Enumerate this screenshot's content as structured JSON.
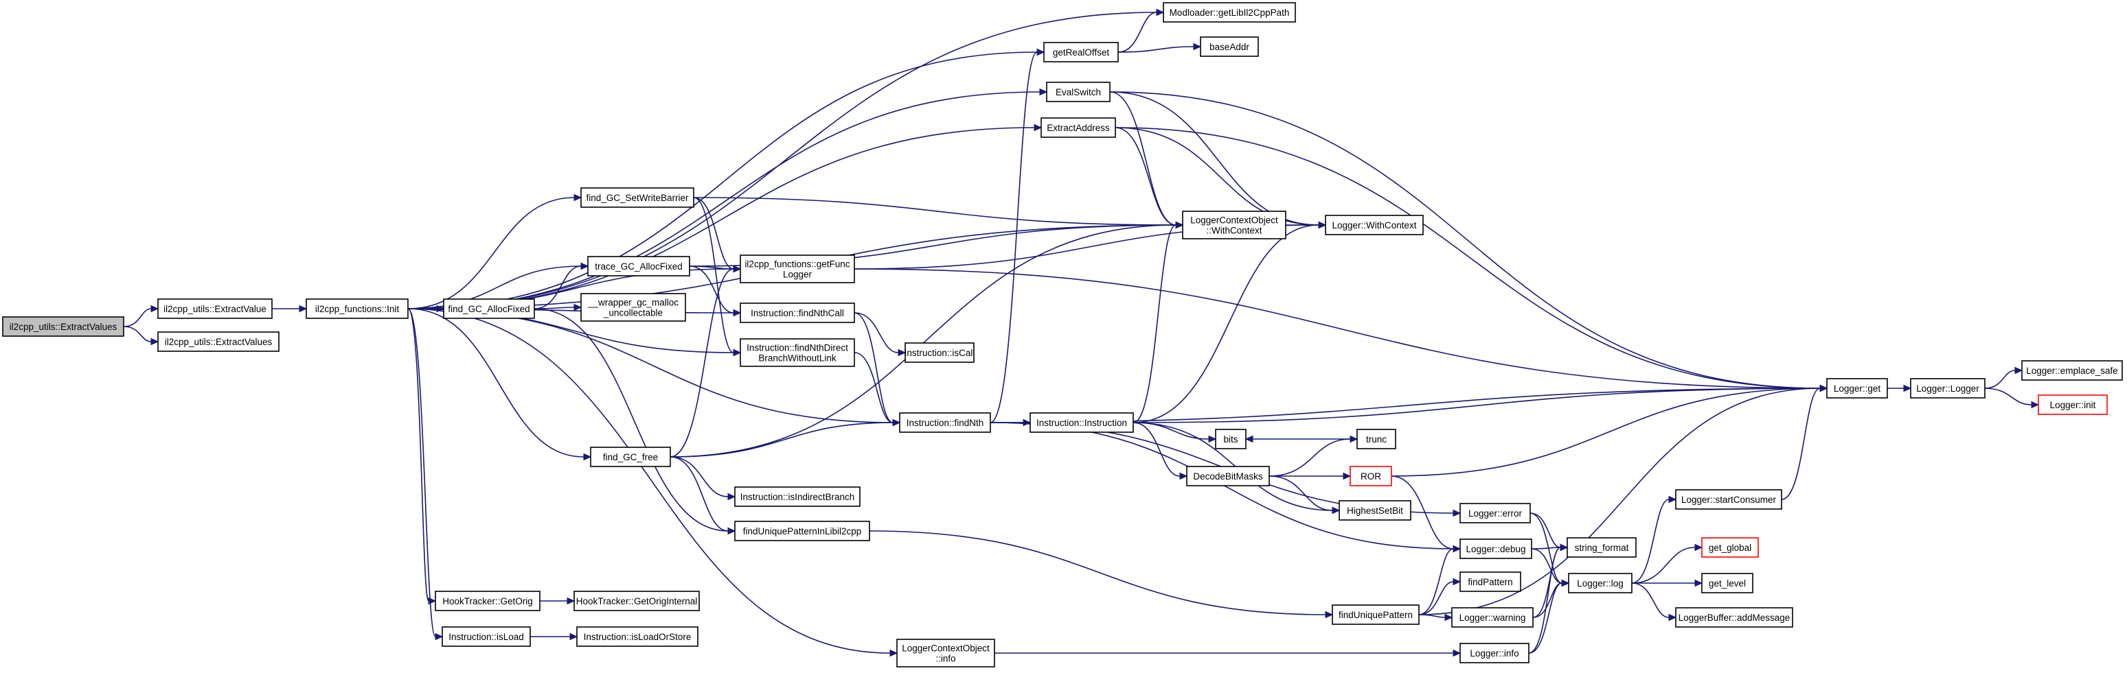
{
  "nodes": [
    {
      "id": "root",
      "lines": [
        "il2cpp_utils::ExtractValues"
      ],
      "style": "root"
    },
    {
      "id": "ev",
      "lines": [
        "il2cpp_utils::ExtractValue"
      ]
    },
    {
      "id": "evs",
      "lines": [
        "il2cpp_utils::ExtractValues"
      ]
    },
    {
      "id": "init",
      "lines": [
        "il2cpp_functions::Init"
      ]
    },
    {
      "id": "modloader",
      "lines": [
        "Modloader::getLibIl2CppPath"
      ]
    },
    {
      "id": "getRealOffset",
      "lines": [
        "getRealOffset"
      ]
    },
    {
      "id": "baseAddr",
      "lines": [
        "baseAddr"
      ]
    },
    {
      "id": "evalSwitch",
      "lines": [
        "EvalSwitch"
      ]
    },
    {
      "id": "extractAddress",
      "lines": [
        "ExtractAddress"
      ]
    },
    {
      "id": "findGCSetWB",
      "lines": [
        "find_GC_SetWriteBarrier"
      ]
    },
    {
      "id": "lcoWithContext",
      "lines": [
        "LoggerContextObject",
        "::WithContext"
      ]
    },
    {
      "id": "loggerWithContext",
      "lines": [
        "Logger::WithContext"
      ]
    },
    {
      "id": "traceGCAlloc",
      "lines": [
        "trace_GC_AllocFixed"
      ]
    },
    {
      "id": "getFuncLogger",
      "lines": [
        "il2cpp_functions::getFunc",
        "Logger"
      ]
    },
    {
      "id": "findGCAlloc",
      "lines": [
        "find_GC_AllocFixed"
      ]
    },
    {
      "id": "wrapperGC",
      "lines": [
        "__wrapper_gc_malloc",
        "_uncollectable"
      ]
    },
    {
      "id": "findNthCall",
      "lines": [
        "Instruction::findNthCall"
      ]
    },
    {
      "id": "isCall",
      "lines": [
        "Instruction::isCall"
      ]
    },
    {
      "id": "findNthDirect",
      "lines": [
        "Instruction::findNthDirect",
        "BranchWithoutLink"
      ]
    },
    {
      "id": "loggerGet",
      "lines": [
        "Logger::get"
      ]
    },
    {
      "id": "loggerLogger",
      "lines": [
        "Logger::Logger"
      ]
    },
    {
      "id": "emplaceSafe",
      "lines": [
        "Logger::emplace_safe"
      ]
    },
    {
      "id": "loggerInit",
      "lines": [
        "Logger::init"
      ],
      "style": "red"
    },
    {
      "id": "findNth",
      "lines": [
        "Instruction::findNth"
      ]
    },
    {
      "id": "instruction",
      "lines": [
        "Instruction::Instruction"
      ]
    },
    {
      "id": "bits",
      "lines": [
        "bits"
      ]
    },
    {
      "id": "trunc",
      "lines": [
        "trunc"
      ]
    },
    {
      "id": "findGCFree",
      "lines": [
        "find_GC_free"
      ]
    },
    {
      "id": "decodeBitMasks",
      "lines": [
        "DecodeBitMasks"
      ]
    },
    {
      "id": "ror",
      "lines": [
        "ROR"
      ],
      "style": "red"
    },
    {
      "id": "isIndirectBranch",
      "lines": [
        "Instruction::isIndirectBranch"
      ]
    },
    {
      "id": "highestSetBit",
      "lines": [
        "HighestSetBit"
      ]
    },
    {
      "id": "loggerError",
      "lines": [
        "Logger::error"
      ]
    },
    {
      "id": "startConsumer",
      "lines": [
        "Logger::startConsumer"
      ]
    },
    {
      "id": "findUPInLib",
      "lines": [
        "findUniquePatternInLibil2cpp"
      ]
    },
    {
      "id": "loggerDebug",
      "lines": [
        "Logger::debug"
      ]
    },
    {
      "id": "stringFormat",
      "lines": [
        "string_format"
      ]
    },
    {
      "id": "getGlobal",
      "lines": [
        "get_global"
      ],
      "style": "red"
    },
    {
      "id": "findPattern",
      "lines": [
        "findPattern"
      ]
    },
    {
      "id": "loggerLog",
      "lines": [
        "Logger::log"
      ]
    },
    {
      "id": "getLevel",
      "lines": [
        "get_level"
      ]
    },
    {
      "id": "hookGetOrig",
      "lines": [
        "HookTracker::GetOrig"
      ]
    },
    {
      "id": "hookGetOrigInternal",
      "lines": [
        "HookTracker::GetOrigInternal"
      ]
    },
    {
      "id": "findUniquePattern",
      "lines": [
        "findUniquePattern"
      ]
    },
    {
      "id": "loggerWarning",
      "lines": [
        "Logger::warning"
      ]
    },
    {
      "id": "addMessage",
      "lines": [
        "LoggerBuffer::addMessage"
      ]
    },
    {
      "id": "isLoad",
      "lines": [
        "Instruction::isLoad"
      ]
    },
    {
      "id": "isLoadOrStore",
      "lines": [
        "Instruction::isLoadOrStore"
      ]
    },
    {
      "id": "lcoInfo",
      "lines": [
        "LoggerContextObject",
        "::info"
      ]
    },
    {
      "id": "loggerInfo",
      "lines": [
        "Logger::info"
      ]
    }
  ],
  "edges": [
    [
      "root",
      "ev"
    ],
    [
      "root",
      "evs"
    ],
    [
      "ev",
      "init"
    ],
    [
      "init",
      "getRealOffset"
    ],
    [
      "init",
      "modloader"
    ],
    [
      "init",
      "evalSwitch"
    ],
    [
      "init",
      "extractAddress"
    ],
    [
      "init",
      "findGCSetWB"
    ],
    [
      "init",
      "lcoWithContext"
    ],
    [
      "init",
      "traceGCAlloc"
    ],
    [
      "init",
      "getFuncLogger"
    ],
    [
      "init",
      "findGCAlloc"
    ],
    [
      "init",
      "findNthCall"
    ],
    [
      "init",
      "findNthDirect"
    ],
    [
      "init",
      "findNth"
    ],
    [
      "init",
      "findGCFree"
    ],
    [
      "init",
      "hookGetOrig"
    ],
    [
      "init",
      "isLoad"
    ],
    [
      "init",
      "lcoInfo"
    ],
    [
      "getRealOffset",
      "modloader"
    ],
    [
      "getRealOffset",
      "baseAddr"
    ],
    [
      "evalSwitch",
      "lcoWithContext"
    ],
    [
      "evalSwitch",
      "loggerWithContext"
    ],
    [
      "evalSwitch",
      "loggerGet"
    ],
    [
      "extractAddress",
      "lcoWithContext"
    ],
    [
      "extractAddress",
      "loggerWithContext"
    ],
    [
      "extractAddress",
      "loggerGet"
    ],
    [
      "findGCSetWB",
      "lcoWithContext"
    ],
    [
      "findGCSetWB",
      "getFuncLogger"
    ],
    [
      "findGCSetWB",
      "findNthDirect"
    ],
    [
      "lcoWithContext",
      "loggerWithContext"
    ],
    [
      "traceGCAlloc",
      "lcoWithContext"
    ],
    [
      "traceGCAlloc",
      "getFuncLogger"
    ],
    [
      "traceGCAlloc",
      "findNthCall"
    ],
    [
      "getFuncLogger",
      "loggerWithContext"
    ],
    [
      "getFuncLogger",
      "loggerGet"
    ],
    [
      "findGCAlloc",
      "traceGCAlloc"
    ],
    [
      "findGCAlloc",
      "wrapperGC"
    ],
    [
      "findGCAlloc",
      "findUPInLib"
    ],
    [
      "findNthCall",
      "isCall"
    ],
    [
      "findNthCall",
      "findNth"
    ],
    [
      "findNthDirect",
      "findNth"
    ],
    [
      "findNth",
      "getRealOffset"
    ],
    [
      "findNth",
      "instruction"
    ],
    [
      "findNth",
      "loggerGet"
    ],
    [
      "findNth",
      "loggerDebug"
    ],
    [
      "findNth",
      "loggerError"
    ],
    [
      "instruction",
      "lcoWithContext"
    ],
    [
      "instruction",
      "loggerWithContext"
    ],
    [
      "instruction",
      "loggerGet"
    ],
    [
      "instruction",
      "bits"
    ],
    [
      "instruction",
      "decodeBitMasks"
    ],
    [
      "instruction",
      "highestSetBit"
    ],
    [
      "trunc",
      "bits"
    ],
    [
      "decodeBitMasks",
      "trunc"
    ],
    [
      "decodeBitMasks",
      "ror"
    ],
    [
      "decodeBitMasks",
      "highestSetBit"
    ],
    [
      "ror",
      "loggerGet"
    ],
    [
      "ror",
      "loggerDebug"
    ],
    [
      "findGCFree",
      "getFuncLogger"
    ],
    [
      "findGCFree",
      "lcoWithContext"
    ],
    [
      "findGCFree",
      "findNth"
    ],
    [
      "findGCFree",
      "isIndirectBranch"
    ],
    [
      "findGCFree",
      "findUPInLib"
    ],
    [
      "findUPInLib",
      "findUniquePattern"
    ],
    [
      "loggerGet",
      "loggerLogger"
    ],
    [
      "loggerLogger",
      "emplaceSafe"
    ],
    [
      "loggerLogger",
      "loggerInit"
    ],
    [
      "startConsumer",
      "loggerGet"
    ],
    [
      "loggerError",
      "stringFormat"
    ],
    [
      "loggerError",
      "loggerLog"
    ],
    [
      "loggerDebug",
      "stringFormat"
    ],
    [
      "loggerDebug",
      "loggerLog"
    ],
    [
      "loggerWarning",
      "stringFormat"
    ],
    [
      "loggerWarning",
      "loggerLog"
    ],
    [
      "loggerInfo",
      "stringFormat"
    ],
    [
      "loggerInfo",
      "loggerLog"
    ],
    [
      "loggerLog",
      "startConsumer"
    ],
    [
      "loggerLog",
      "getGlobal"
    ],
    [
      "loggerLog",
      "getLevel"
    ],
    [
      "loggerLog",
      "addMessage"
    ],
    [
      "findUniquePattern",
      "loggerDebug"
    ],
    [
      "findUniquePattern",
      "findPattern"
    ],
    [
      "findUniquePattern",
      "loggerWarning"
    ],
    [
      "findUniquePattern",
      "loggerGet"
    ],
    [
      "hookGetOrig",
      "hookGetOrigInternal"
    ],
    [
      "isLoad",
      "isLoadOrStore"
    ],
    [
      "lcoInfo",
      "loggerInfo"
    ]
  ]
}
